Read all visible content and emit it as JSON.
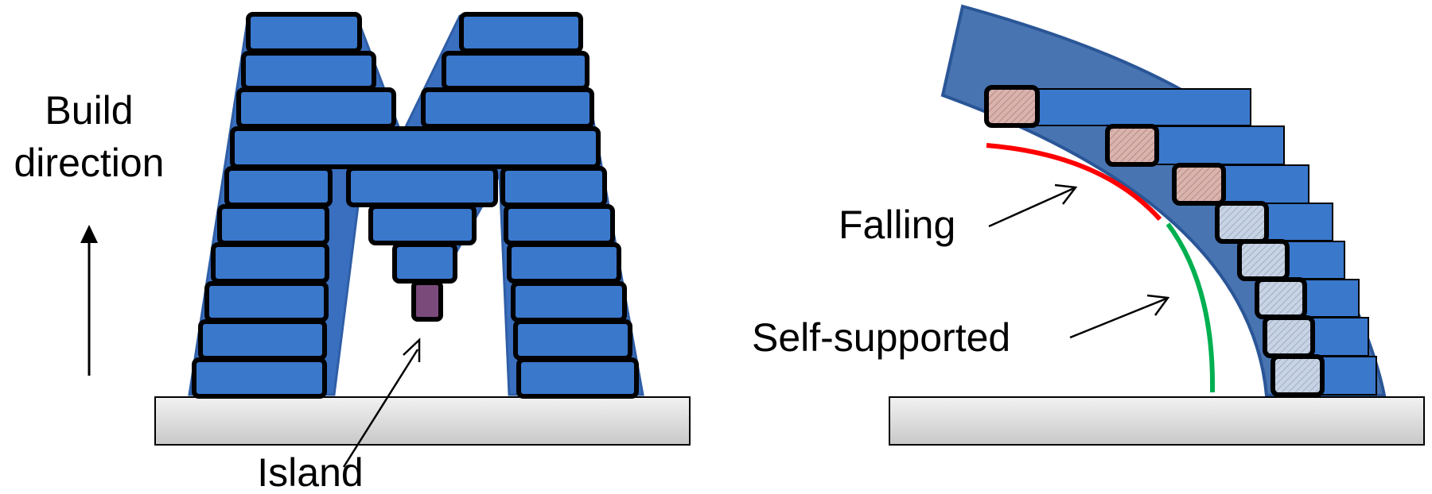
{
  "left_panel": {
    "build_direction_label_line1": "Build",
    "build_direction_label_line2": "direction",
    "island_label": "Island"
  },
  "right_panel": {
    "falling_label": "Falling",
    "self_supported_label": "Self-supported"
  },
  "colors": {
    "layer_fill": "#3a78cc",
    "layer_stroke": "#000000",
    "silhouette_fill": "#3465a8",
    "platform_fill": "#d9d9d9",
    "falling_line": "#ff0000",
    "self_supported_line": "#00b050",
    "falling_block_fill": "#d8b0aa",
    "supported_block_fill": "#c3cede",
    "island_fill": "#7a4b7a"
  }
}
